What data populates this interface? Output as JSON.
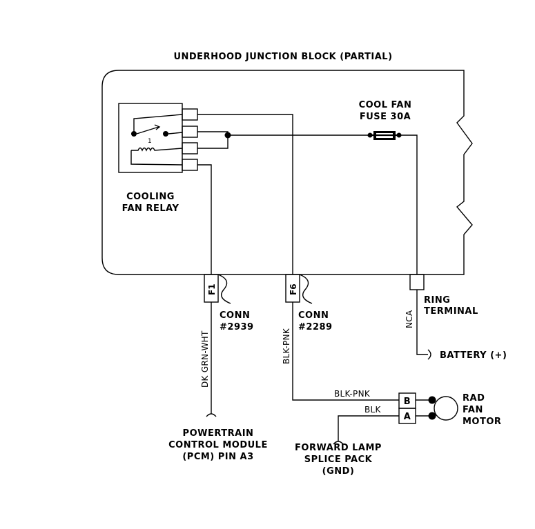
{
  "title": "UNDERHOOD JUNCTION BLOCK (PARTIAL)",
  "relay": {
    "line1": "COOLING",
    "line2": "FAN RELAY",
    "switch_mark": "1"
  },
  "fuse": {
    "line1": "COOL FAN",
    "line2": "FUSE 30A"
  },
  "connectors": {
    "f1": {
      "pin": "F1",
      "line1": "CONN",
      "line2": "#2939"
    },
    "f6": {
      "pin": "F6",
      "line1": "CONN",
      "line2": "#2289"
    }
  },
  "ring_terminal": {
    "line1": "RING",
    "line2": "TERMINAL",
    "wire": "NCA"
  },
  "battery": "BATTERY (+)",
  "wires": {
    "dk_grn_wht": "DK GRN-WHT",
    "blk_pnk_vertical": "BLK-PNK",
    "blk_pnk": "BLK-PNK",
    "blk": "BLK"
  },
  "pcm": {
    "line1": "POWERTRAIN",
    "line2": "CONTROL MODULE",
    "line3": "(PCM) PIN A3"
  },
  "motor": {
    "line1": "RAD",
    "line2": "FAN",
    "line3": "MOTOR",
    "pin_b": "B",
    "pin_a": "A"
  },
  "ground": {
    "line1": "FORWARD LAMP",
    "line2": "SPLICE PACK",
    "line3": "(GND)"
  }
}
